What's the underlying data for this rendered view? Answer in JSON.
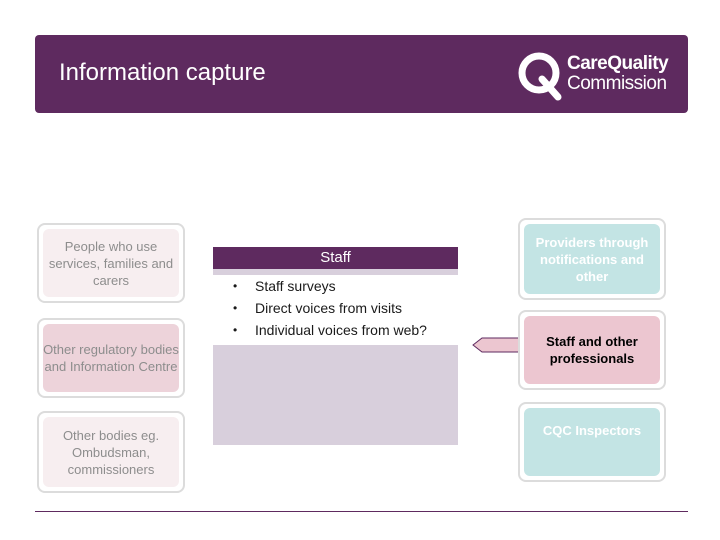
{
  "header": {
    "title": "Information capture",
    "logo_line1": "CareQuality",
    "logo_line2": "Commission"
  },
  "left_cards": [
    {
      "label": "People who use services, families and carers"
    },
    {
      "label": "Other regulatory bodies and Information Centre"
    },
    {
      "label": "Other bodies eg. Ombudsman, commissioners"
    }
  ],
  "center": {
    "title": "Staff",
    "bullets": [
      "Staff surveys",
      "Direct voices from visits",
      "Individual voices from web?"
    ]
  },
  "right_cards": [
    {
      "label": "Providers through notifications and other"
    },
    {
      "label": "Staff and other professionals"
    },
    {
      "label": "CQC Inspectors"
    }
  ],
  "colors": {
    "brand_purple": "#5e2a5f",
    "aqua": "#c3e4e4",
    "pink": "#ecc6d0"
  },
  "icons": {
    "logo": "cqc-q-logo-icon",
    "arrow": "left-arrow-icon",
    "bullet": "bullet-dot-icon"
  }
}
